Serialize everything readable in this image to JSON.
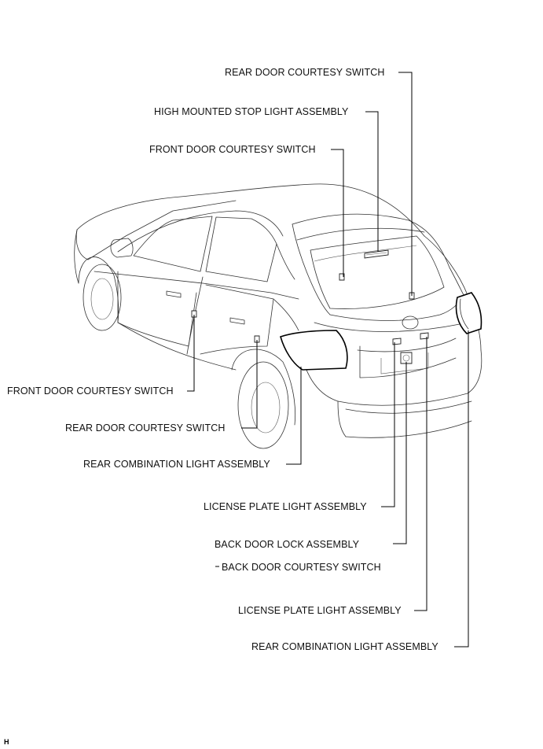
{
  "labels": {
    "rear_door_courtesy_switch_top": "REAR DOOR COURTESY SWITCH",
    "high_mounted_stop_light": "HIGH MOUNTED STOP LIGHT ASSEMBLY",
    "front_door_courtesy_switch_top": "FRONT DOOR COURTESY SWITCH",
    "front_door_courtesy_switch_left": "FRONT DOOR COURTESY SWITCH",
    "rear_door_courtesy_switch_left": "REAR DOOR COURTESY SWITCH",
    "rear_combination_light_left": "REAR COMBINATION LIGHT ASSEMBLY",
    "license_plate_light_1": "LICENSE PLATE LIGHT ASSEMBLY",
    "back_door_lock": "BACK DOOR LOCK ASSEMBLY",
    "back_door_courtesy_switch": "BACK DOOR COURTESY SWITCH",
    "license_plate_light_2": "LICENSE PLATE LIGHT ASSEMBLY",
    "rear_combination_light_right": "REAR COMBINATION LIGHT ASSEMBLY"
  },
  "corner_mark": "H"
}
